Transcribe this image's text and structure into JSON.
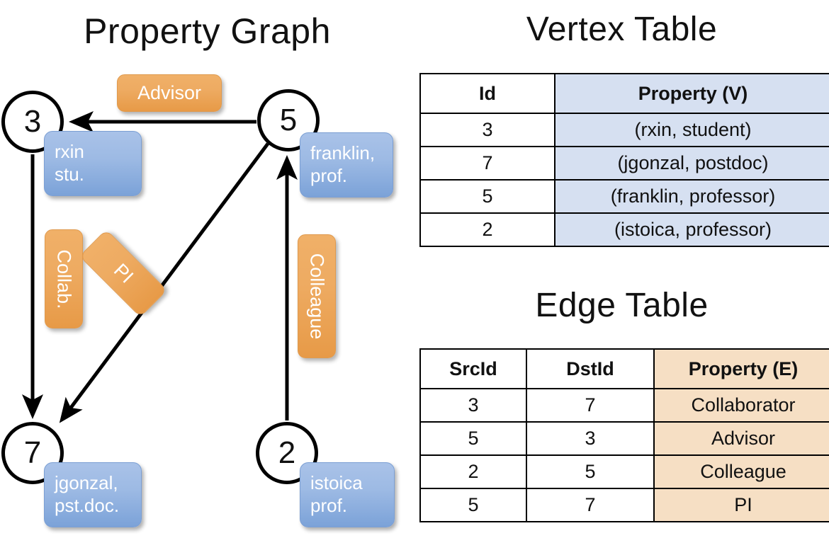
{
  "titles": {
    "property_graph": "Property Graph",
    "vertex_table": "Vertex Table",
    "edge_table": "Edge Table"
  },
  "colors": {
    "node_fill": "#ffffff",
    "node_stroke": "#000000",
    "vertex_property_cell": "#d6e0f1",
    "edge_property_cell": "#f6dfc4",
    "blue_box": "#9dbae4",
    "orange_box": "#eeab62",
    "edge_line": "#000000"
  },
  "graph": {
    "nodes": [
      {
        "id": "3",
        "name": "rxin",
        "role": "stu."
      },
      {
        "id": "5",
        "name": "franklin,",
        "role": "prof."
      },
      {
        "id": "7",
        "name": "jgonzal,",
        "role": "pst.doc."
      },
      {
        "id": "2",
        "name": "istoica",
        "role": "prof."
      }
    ],
    "edge_labels": {
      "advisor": "Advisor",
      "collab": "Collab.",
      "pi": "PI",
      "colleague": "Colleague"
    },
    "edges": [
      {
        "src": "5",
        "dst": "3",
        "label": "Advisor"
      },
      {
        "src": "3",
        "dst": "7",
        "label": "Collab."
      },
      {
        "src": "5",
        "dst": "7",
        "label": "PI"
      },
      {
        "src": "2",
        "dst": "5",
        "label": "Colleague"
      }
    ]
  },
  "vertex_table": {
    "headers": [
      "Id",
      "Property (V)"
    ],
    "rows": [
      {
        "id": "3",
        "property": "(rxin, student)"
      },
      {
        "id": "7",
        "property": "(jgonzal, postdoc)"
      },
      {
        "id": "5",
        "property": "(franklin, professor)"
      },
      {
        "id": "2",
        "property": "(istoica, professor)"
      }
    ]
  },
  "edge_table": {
    "headers": [
      "SrcId",
      "DstId",
      "Property (E)"
    ],
    "rows": [
      {
        "src": "3",
        "dst": "7",
        "property": "Collaborator"
      },
      {
        "src": "5",
        "dst": "3",
        "property": "Advisor"
      },
      {
        "src": "2",
        "dst": "5",
        "property": "Colleague"
      },
      {
        "src": "5",
        "dst": "7",
        "property": "PI"
      }
    ]
  }
}
